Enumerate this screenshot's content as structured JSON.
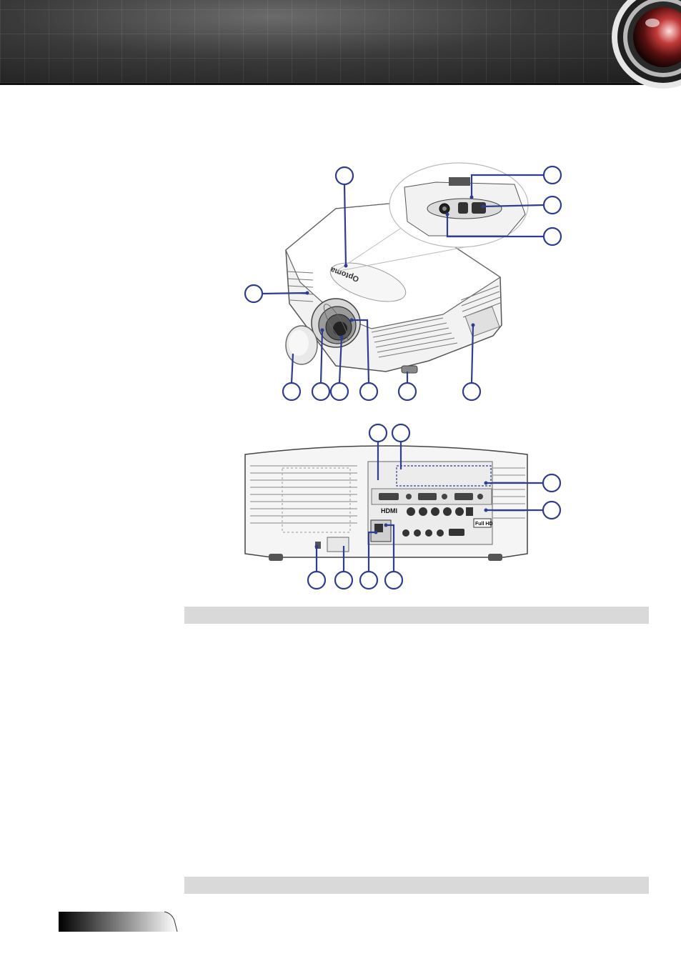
{
  "page": {
    "section_bar_1_text": "",
    "section_bar_2_text": "",
    "footer_tab_text": ""
  },
  "logo": {
    "brand": "Optoma"
  },
  "rear_panel": {
    "hdmi_logo": "HDMI",
    "fullhd_badge": "Full HD"
  },
  "colors": {
    "callout_stroke": "#2e3d8f",
    "section_bar": "#d9d9d9",
    "header_dark": "#1c1c1c"
  },
  "icons": {
    "header_lens": "camera-lens-icon"
  }
}
